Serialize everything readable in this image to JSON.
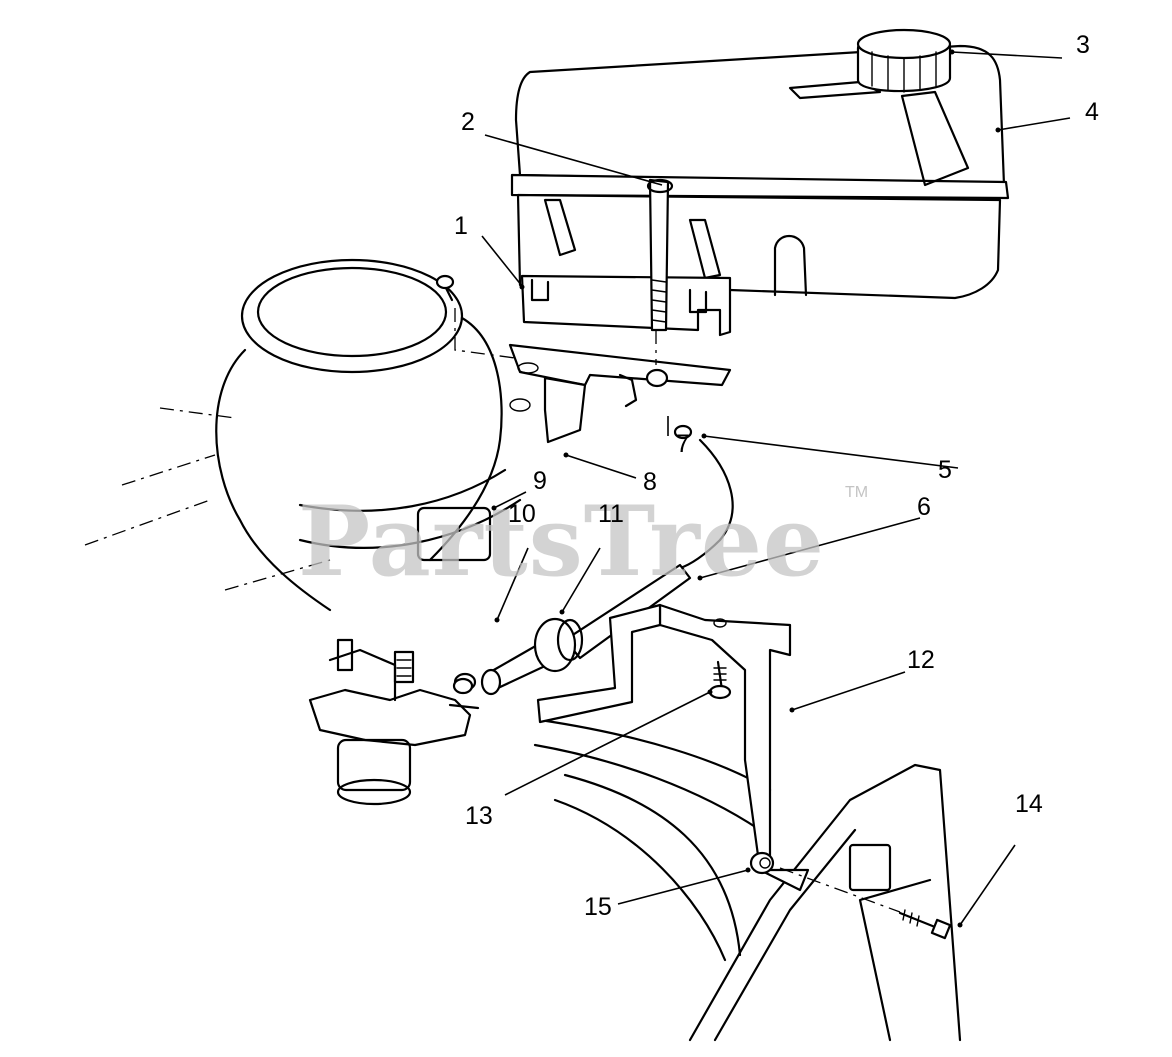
{
  "watermark": {
    "text": "PartsTree",
    "trademark": "TM"
  },
  "callouts": [
    "1",
    "2",
    "3",
    "4",
    "5",
    "6",
    "7",
    "8",
    "9",
    "10",
    "11",
    "12",
    "13",
    "14",
    "15"
  ]
}
